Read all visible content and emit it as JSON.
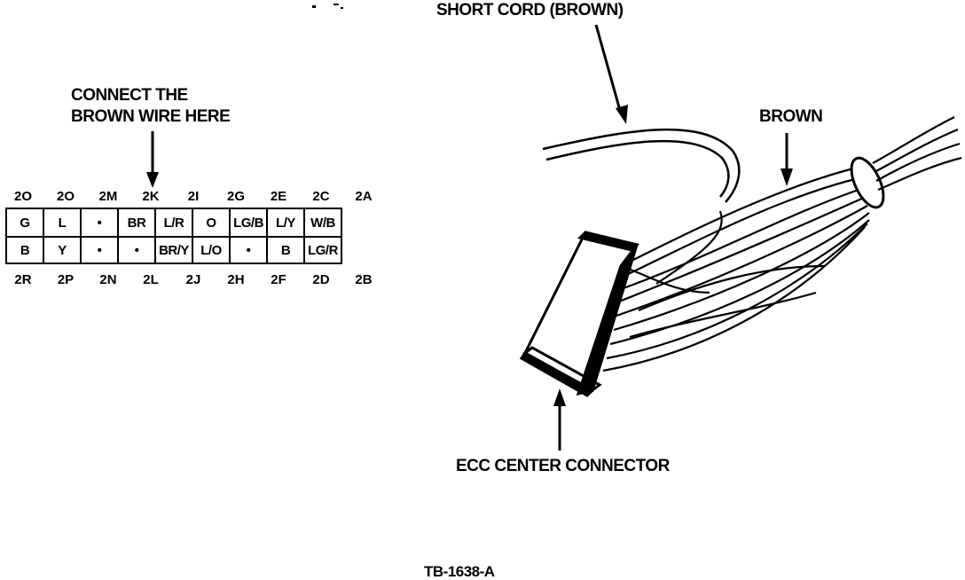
{
  "connect_label": [
    "CONNECT THE",
    "BROWN WIRE HERE"
  ],
  "short_cord_label": "SHORT CORD (BROWN)",
  "brown_label": "BROWN",
  "ecc_label": "ECC CENTER CONNECTOR",
  "figure_code": "TB-1638-A",
  "connector": {
    "top_pins": [
      "2O",
      "2O",
      "2M",
      "2K",
      "2I",
      "2G",
      "2E",
      "2C",
      "2A"
    ],
    "bottom_pins": [
      "2R",
      "2P",
      "2N",
      "2L",
      "2J",
      "2H",
      "2F",
      "2D",
      "2B"
    ],
    "top_row": [
      "G",
      "L",
      "•",
      "BR",
      "L/R",
      "O",
      "LG/B",
      "L/Y",
      "W/B"
    ],
    "bottom_row": [
      "B",
      "Y",
      "•",
      "•",
      "BR/Y",
      "L/O",
      "•",
      "B",
      "LG/R"
    ]
  }
}
